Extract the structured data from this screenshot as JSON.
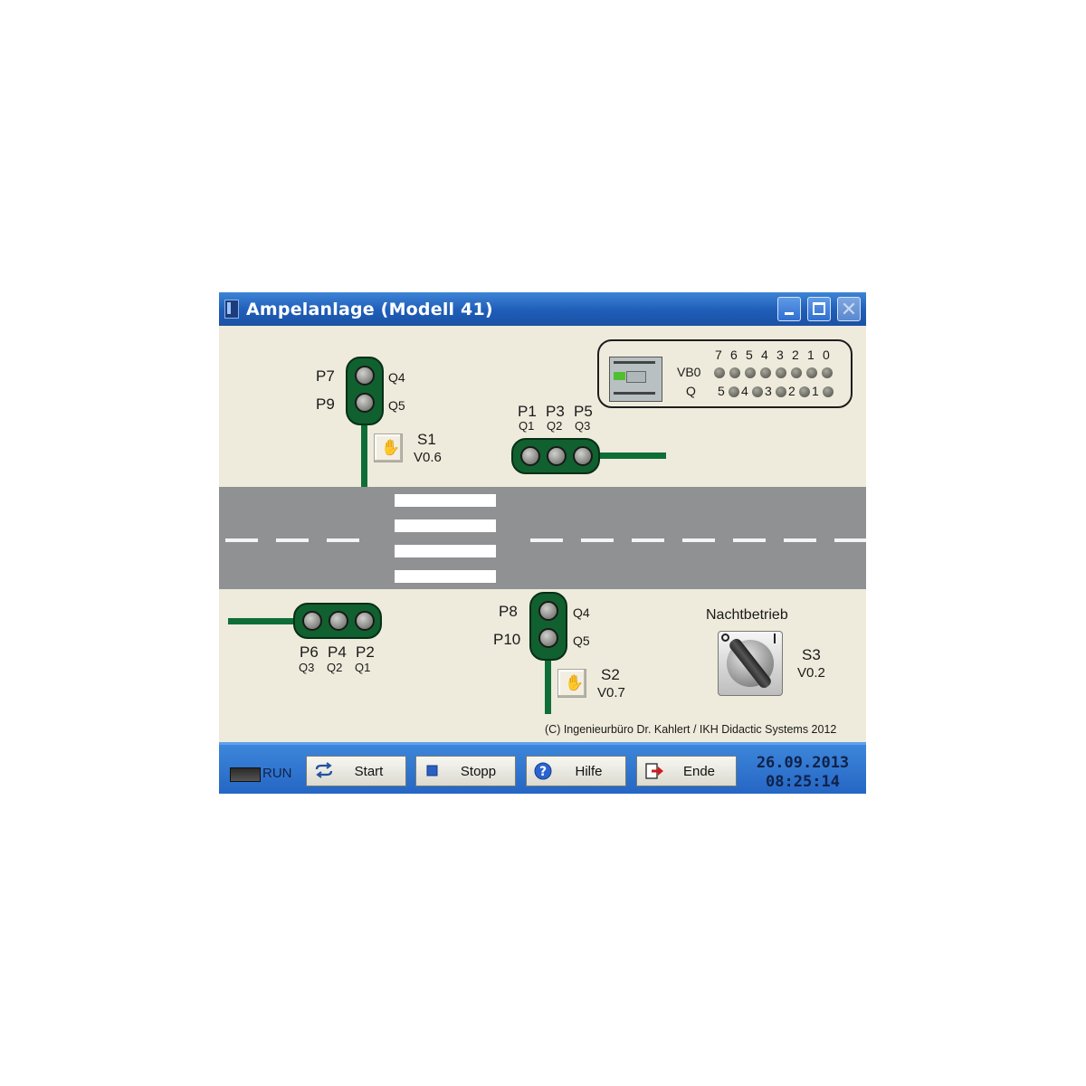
{
  "window": {
    "title": "Ampelanlage (Modell 41)"
  },
  "lights": {
    "top_left": {
      "labels": [
        "P7",
        "P9"
      ],
      "outputs": [
        "Q4",
        "Q5"
      ]
    },
    "top_right": {
      "labels": [
        "P1",
        "P3",
        "P5"
      ],
      "outputs": [
        "Q1",
        "Q2",
        "Q3"
      ]
    },
    "bottom_left": {
      "labels": [
        "P6",
        "P4",
        "P2"
      ],
      "outputs": [
        "Q3",
        "Q2",
        "Q1"
      ]
    },
    "bottom_right": {
      "labels": [
        "P8",
        "P10"
      ],
      "outputs": [
        "Q4",
        "Q5"
      ]
    }
  },
  "switches": {
    "s1": {
      "name": "S1",
      "address": "V0.6"
    },
    "s2": {
      "name": "S2",
      "address": "V0.7"
    },
    "s3": {
      "title": "Nachtbetrieb",
      "name": "S3",
      "address": "V0.2",
      "state_off": "O",
      "state_on": "I"
    }
  },
  "plc": {
    "row1_label": "VB0",
    "row2_label": "Q",
    "bit_numbers": [
      "7",
      "6",
      "5",
      "4",
      "3",
      "2",
      "1",
      "0"
    ],
    "q_numbers": [
      "5",
      "4",
      "3",
      "2",
      "1"
    ]
  },
  "copyright": "(C) Ingenieurbüro Dr. Kahlert / IKH Didactic Systems 2012",
  "toolbar": {
    "run_label": "RUN",
    "start_label": "Start",
    "stop_label": "Stopp",
    "help_label": "Hilfe",
    "end_label": "Ende",
    "date": "26.09.2013",
    "time": "08:25:14"
  },
  "colors": {
    "titlebar": "#2a6ccc",
    "background": "#eeebdc",
    "road": "#8f9193",
    "signal_green": "#0f6e37"
  }
}
